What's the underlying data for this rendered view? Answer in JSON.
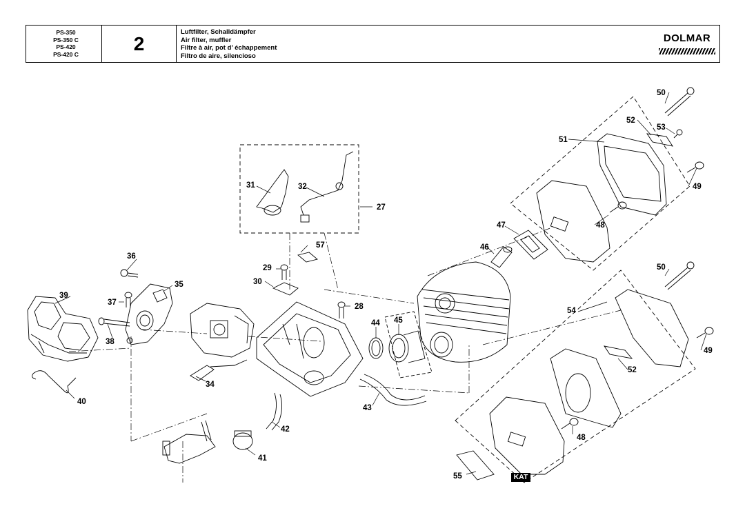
{
  "header": {
    "models": [
      "PS-350",
      "PS-350 C",
      "PS-420",
      "PS-420 C"
    ],
    "page_number": "2",
    "titles": [
      "Luftfilter, Schalldämpfer",
      "Air filter, muffler",
      "Filtre à air, pot d’ échappement",
      "Filtro de aire, silencioso"
    ],
    "brand": "DOLMAR"
  },
  "callouts": {
    "c27": "27",
    "c28": "28",
    "c29": "29",
    "c30": "30",
    "c31": "31",
    "c32": "32",
    "c34": "34",
    "c35": "35",
    "c36": "36",
    "c37": "37",
    "c38": "38",
    "c39": "39",
    "c40": "40",
    "c41": "41",
    "c42": "42",
    "c43": "43",
    "c44": "44",
    "c45": "45",
    "c46": "46",
    "c47": "47",
    "c48a": "48",
    "c48b": "48",
    "c49a": "49",
    "c49b": "49",
    "c50a": "50",
    "c50b": "50",
    "c51": "51",
    "c52a": "52",
    "c52b": "52",
    "c53": "53",
    "c54": "54",
    "c55": "55",
    "c57": "57"
  },
  "badge": "KAT"
}
